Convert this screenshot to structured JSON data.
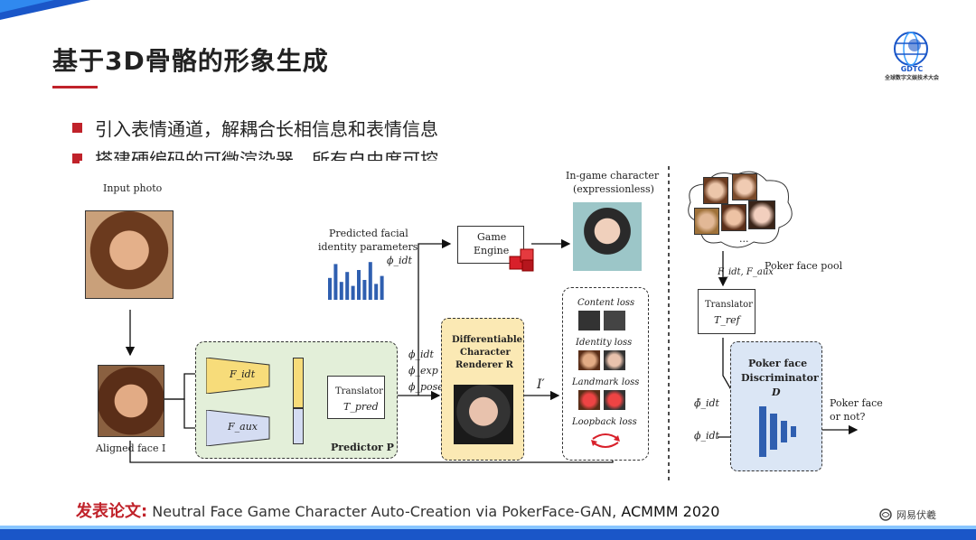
{
  "slide": {
    "title": "基于3D骨骼的形象生成",
    "bullets": [
      "引入表情通道，解耦合长相信息和表情信息",
      "搭建硬编码的可微渲染器，所有自由度可控"
    ],
    "logo_text": "GDTC",
    "logo_subtext": "全球数字文娱技术大会",
    "reference_label": "发表论文:",
    "reference_title": "Neutral Face Game Character Auto-Creation via PokerFace-GAN,",
    "reference_venue": "ACMMM 2020",
    "brand": "网易伏羲",
    "colors": {
      "accent_red": "#c0222a",
      "brand_blue": "#1a56c8"
    }
  },
  "figure": {
    "input_photo": "Input photo",
    "aligned_face": "Aligned face I",
    "predictor_label": "Predictor P",
    "f_idt": "F_idt",
    "f_aux": "F_aux",
    "translator_label": "Translator",
    "t_pred": "T_pred",
    "predicted_params_line1": "Predicted facial",
    "predicted_params_line2": "identity parameters",
    "phi_idt": "ϕ_idt",
    "game_engine_line1": "Game",
    "game_engine_line2": "Engine",
    "ingame_line1": "In-game character",
    "ingame_line2": "(expressionless)",
    "phi_stack": [
      "ϕ_idt",
      "ϕ_exp",
      "ϕ_pose"
    ],
    "renderer_line1": "Differentiable",
    "renderer_line2": "Character",
    "renderer_line3": "Renderer R",
    "i_prime": "I′",
    "losses": [
      "Content loss",
      "Identity loss",
      "Landmark loss",
      "Loopback loss"
    ],
    "pool_label": "Poker face pool",
    "pool_inputs": "F_idt, F_aux",
    "pool_ellipsis": "...",
    "translator_ref": "T_ref",
    "disc_line1": "Poker face",
    "disc_line2": "Discriminator",
    "disc_line3": "D",
    "phi_tilde": "ϕ̃_idt",
    "phi_idt2": "ϕ_idt",
    "output_line1": "Poker face",
    "output_line2": "or not?",
    "bar_heights": [
      0.55,
      0.9,
      0.45,
      0.7,
      0.35,
      0.75,
      0.5,
      0.95,
      0.4,
      0.6
    ]
  }
}
